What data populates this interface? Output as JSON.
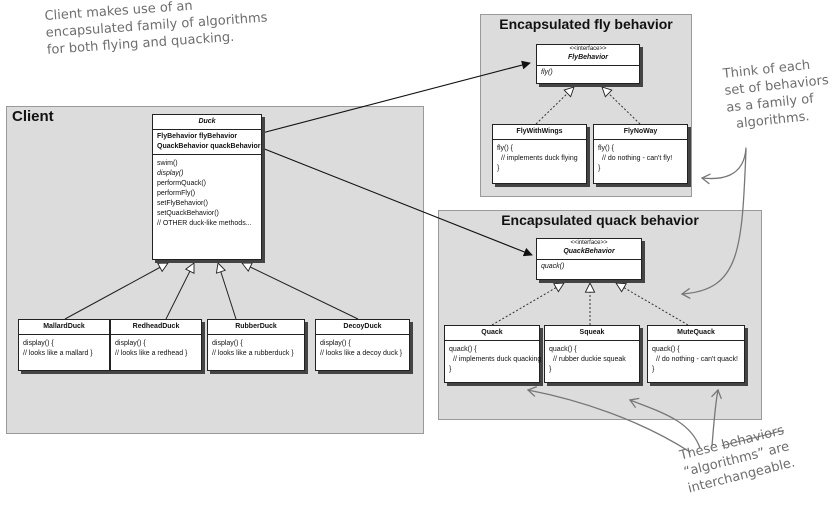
{
  "annotations": {
    "client_note": [
      "Client makes use of an",
      "encapsulated family of algorithms",
      "for both flying and quacking."
    ],
    "family_note": [
      "Think of each",
      "set of behaviors",
      "as a family of",
      "algorithms."
    ],
    "interchangeable_note": {
      "word1": "These",
      "struck": "behaviors",
      "line2": "“algorithms” are",
      "line3": "interchangeable."
    }
  },
  "regions": {
    "client": "Client",
    "fly": "Encapsulated fly behavior",
    "quack": "Encapsulated quack behavior"
  },
  "duck": {
    "name": "Duck",
    "attributes": [
      "FlyBehavior flyBehavior",
      "QuackBehavior quackBehavior"
    ],
    "methods": [
      "swim()",
      "display()",
      "performQuack()",
      "performFly()",
      "setFlyBehavior()",
      "setQuackBehavior()",
      "// OTHER duck-like methods..."
    ]
  },
  "subclasses": [
    {
      "name": "MallardDuck",
      "line1": "display() {",
      "line2": "// looks like a mallard }"
    },
    {
      "name": "RedheadDuck",
      "line1": "display() {",
      "line2": "// looks like a redhead }"
    },
    {
      "name": "RubberDuck",
      "line1": "display() {",
      "line2": "// looks like a rubberduck }"
    },
    {
      "name": "DecoyDuck",
      "line1": "display() {",
      "line2": "// looks like a decoy duck }"
    }
  ],
  "fly_interface": {
    "stereotype": "<<interface>>",
    "name": "FlyBehavior",
    "method": "fly()"
  },
  "fly_impls": [
    {
      "name": "FlyWithWings",
      "line1": "fly() {",
      "line2": "// implements duck flying",
      "line3": "}"
    },
    {
      "name": "FlyNoWay",
      "line1": "fly() {",
      "line2": "// do nothing - can't fly!",
      "line3": "}"
    }
  ],
  "quack_interface": {
    "stereotype": "<<interface>>",
    "name": "QuackBehavior",
    "method": "quack()"
  },
  "quack_impls": [
    {
      "name": "Quack",
      "line1": "quack() {",
      "line2": "// implements duck quacking",
      "line3": "}"
    },
    {
      "name": "Squeak",
      "line1": "quack() {",
      "line2": "// rubber duckie squeak",
      "line3": "}"
    },
    {
      "name": "MuteQuack",
      "line1": "quack() {",
      "line2": "// do nothing - can't quack!",
      "line3": "}"
    }
  ]
}
